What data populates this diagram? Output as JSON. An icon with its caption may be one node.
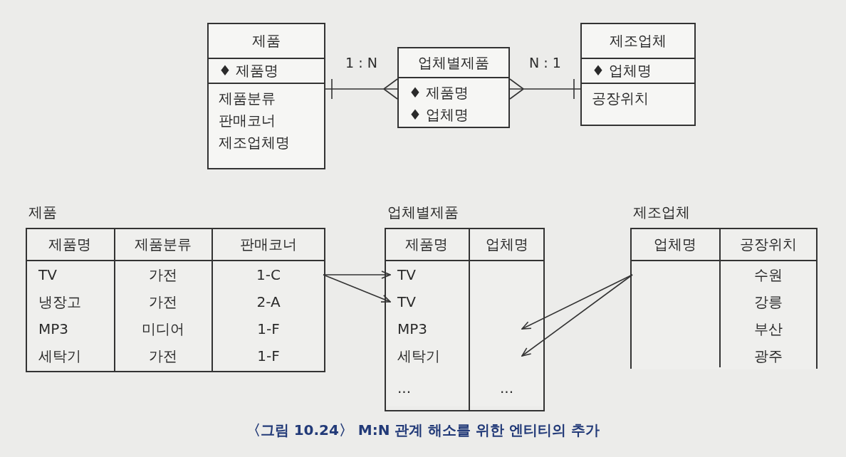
{
  "diagram": {
    "caption": "〈그림 10.24〉 M:N 관계 해소를 위한 엔티티의 추가",
    "nodes": [
      {
        "text": [
          "제품",
          "♦ 제품명",
          "제품분류",
          "판매코너",
          "제조업체명"
        ]
      },
      {
        "text": [
          "업체별제품",
          "♦ 제품명",
          "♦ 업체명"
        ]
      },
      {
        "text": [
          "제조업체",
          "♦ 업체명",
          "공장위치"
        ]
      },
      {
        "text": [
          "제품"
        ]
      },
      {
        "text": [
          "제품명",
          "제품분류",
          "판매코너"
        ],
        "in": 3
      },
      {
        "text": [
          "TV",
          "가전",
          "1-C"
        ],
        "in": 3
      },
      {
        "text": [
          "냉장고",
          "가전",
          "2-A"
        ],
        "in": 3
      },
      {
        "text": [
          "MP3",
          "미디어",
          "1-F"
        ],
        "in": 3
      },
      {
        "text": [
          "세탁기",
          "가전",
          "1-F"
        ],
        "in": 3
      },
      {
        "text": [
          "업체별제품"
        ]
      },
      {
        "text": [
          "제품명",
          "업체명"
        ],
        "in": 9
      },
      {
        "text": [
          "TV"
        ],
        "in": 9
      },
      {
        "text": [
          "TV"
        ],
        "in": 9
      },
      {
        "text": [
          "MP3"
        ],
        "in": 9
      },
      {
        "text": [
          "세탁기"
        ],
        "in": 9
      },
      {
        "text": [
          "...",
          "..."
        ],
        "in": 9
      },
      {
        "text": [
          "제조업체"
        ]
      },
      {
        "text": [
          "업체명",
          "공장위치"
        ],
        "in": 16
      },
      {
        "text": [
          "수원"
        ],
        "in": 16
      },
      {
        "text": [
          "강릉"
        ],
        "in": 16
      },
      {
        "text": [
          "부산"
        ],
        "in": 16
      },
      {
        "text": [
          "광주"
        ],
        "in": 16
      }
    ],
    "edges": [
      {
        "from": 0,
        "to": 1,
        "arrow": "other",
        "label": "1 : N"
      },
      {
        "from": 2,
        "to": 1,
        "arrow": "other",
        "label": "N : 1"
      },
      {
        "from": 5,
        "to": 11,
        "arrow": "to"
      },
      {
        "from": 5,
        "to": 12,
        "arrow": "to"
      },
      {
        "from": 18,
        "to": 13,
        "arrow": "to"
      },
      {
        "from": 18,
        "to": 14,
        "arrow": "to"
      }
    ]
  }
}
